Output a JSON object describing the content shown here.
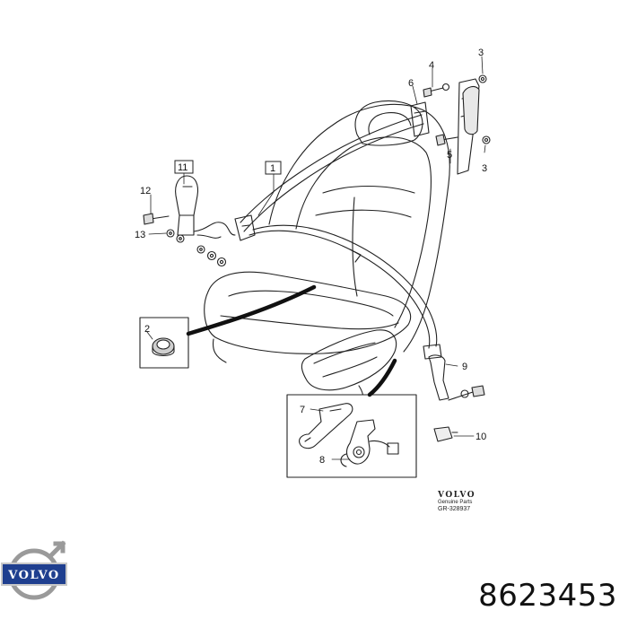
{
  "callouts": {
    "c1": "1",
    "c2": "2",
    "c3a": "3",
    "c3b": "3",
    "c4": "4",
    "c5": "5",
    "c6": "6",
    "c7": "7",
    "c8": "8",
    "c9": "9",
    "c10": "10",
    "c11": "11",
    "c12": "12",
    "c13": "13"
  },
  "stamp": {
    "brand": "VOLVO",
    "subtitle": "Genuine Parts",
    "reference": "GR-328937"
  },
  "logo": {
    "text": "VOLVO",
    "color": "#1f3f8f"
  },
  "part_number": "8623453"
}
